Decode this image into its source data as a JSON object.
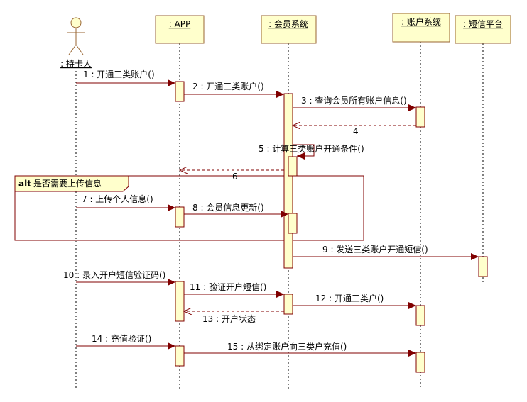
{
  "colors": {
    "box_fill": "#ffffcc",
    "box_stroke": "#996633",
    "arrow": "#800000",
    "activation_fill": "#ffffcc",
    "activation_stroke": "#800000",
    "lifeline": "#000000"
  },
  "participants": [
    {
      "id": "cardholder",
      "label": ": 持卡人",
      "kind": "actor"
    },
    {
      "id": "app",
      "label": ": APP",
      "kind": "object"
    },
    {
      "id": "member",
      "label": ": 会员系统",
      "kind": "object"
    },
    {
      "id": "account",
      "label": ": 账户系统",
      "kind": "object"
    },
    {
      "id": "sms",
      "label": ": 短信平台",
      "kind": "object"
    }
  ],
  "fragment": {
    "operator": "alt",
    "condition": "是否需要上传信息"
  },
  "messages": [
    {
      "label": "1 : 开通三类账户()",
      "from": "cardholder",
      "to": "app",
      "kind": "sync"
    },
    {
      "label": "2 : 开通三类账户()",
      "from": "app",
      "to": "member",
      "kind": "sync"
    },
    {
      "label": "3 : 查询会员所有账户信息()",
      "from": "member",
      "to": "account",
      "kind": "sync"
    },
    {
      "label": "4",
      "from": "account",
      "to": "member",
      "kind": "return"
    },
    {
      "label": "5 : 计算三类账户开通条件()",
      "from": "member",
      "to": "member",
      "kind": "self"
    },
    {
      "label": "6",
      "from": "member",
      "to": "app",
      "kind": "return"
    },
    {
      "label": "7 : 上传个人信息()",
      "from": "cardholder",
      "to": "app",
      "kind": "sync"
    },
    {
      "label": "8 : 会员信息更新()",
      "from": "app",
      "to": "member",
      "kind": "sync"
    },
    {
      "label": "9 : 发送三类账户开通短信()",
      "from": "member",
      "to": "sms",
      "kind": "sync"
    },
    {
      "label": "10 : 录入开户短信验证码()",
      "from": "cardholder",
      "to": "app",
      "kind": "sync"
    },
    {
      "label": "11 : 验证开户短信()",
      "from": "app",
      "to": "member",
      "kind": "sync"
    },
    {
      "label": "12 : 开通三类户()",
      "from": "member",
      "to": "account",
      "kind": "sync"
    },
    {
      "label": "13 : 开户状态",
      "from": "member",
      "to": "app",
      "kind": "return"
    },
    {
      "label": "14 : 充值验证()",
      "from": "cardholder",
      "to": "app",
      "kind": "sync"
    },
    {
      "label": "15 : 从绑定账户向三类户充值()",
      "from": "app",
      "to": "account",
      "kind": "sync"
    }
  ]
}
